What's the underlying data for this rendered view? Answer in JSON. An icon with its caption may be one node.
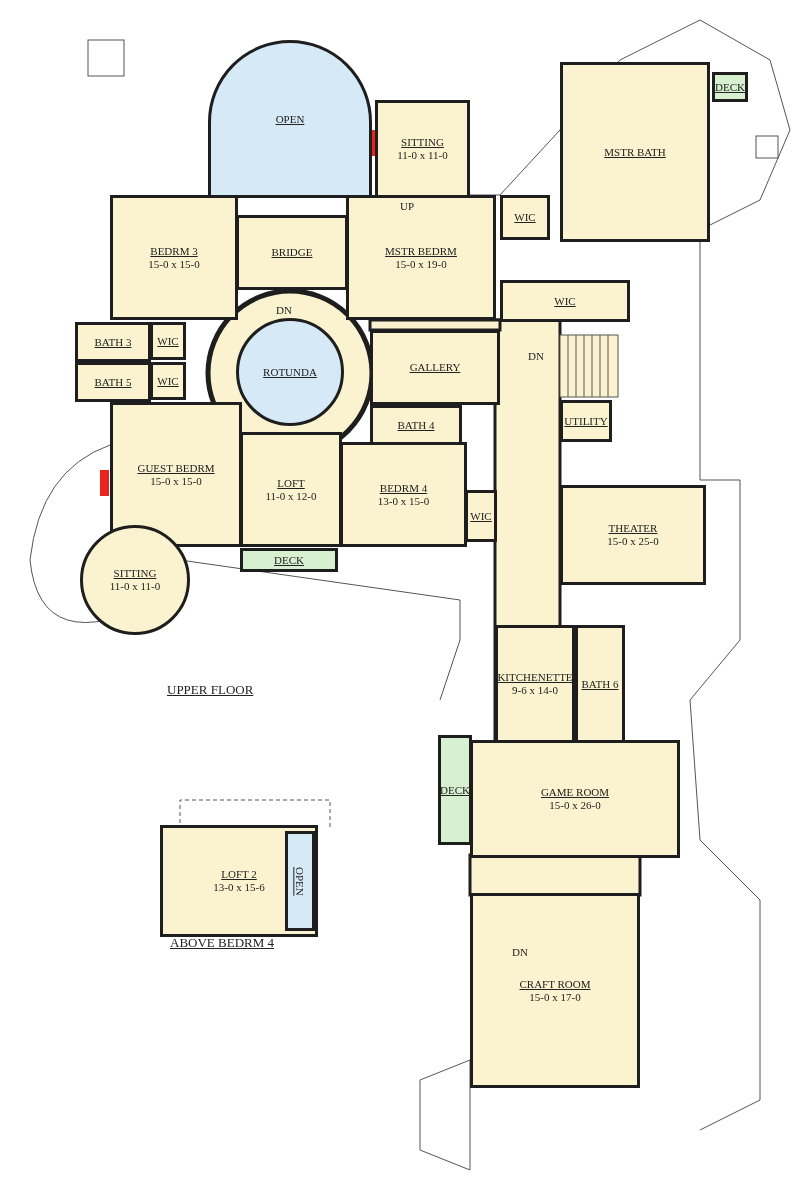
{
  "diagram": {
    "nodes": [
      {
        "text": [
          "OPEN"
        ]
      },
      {
        "text": [
          "SITTING",
          "11-0 x 11-0"
        ]
      },
      {
        "text": [
          "MSTR BATH"
        ]
      },
      {
        "text": [
          "DECK"
        ]
      },
      {
        "text": [
          "BEDRM 3",
          "15-0 x 15-0"
        ]
      },
      {
        "text": [
          "BRIDGE"
        ]
      },
      {
        "text": [
          "MSTR BEDRM",
          "15-0 x 19-0"
        ]
      },
      {
        "text": [
          "WIC"
        ]
      },
      {
        "text": [
          "WIC"
        ]
      },
      {
        "text": [
          "BATH 3"
        ]
      },
      {
        "text": [
          "WIC"
        ]
      },
      {
        "text": [
          "ROTUNDA"
        ]
      },
      {
        "text": [
          "GALLERY"
        ]
      },
      {
        "text": [
          "BATH 5"
        ]
      },
      {
        "text": [
          "WIC"
        ]
      },
      {
        "text": [
          "UTILITY"
        ]
      },
      {
        "text": [
          "BATH 4"
        ]
      },
      {
        "text": [
          "GUEST BEDRM",
          "15-0 x 15-0"
        ]
      },
      {
        "text": [
          "LOFT",
          "11-0 x 12-0"
        ]
      },
      {
        "text": [
          "BEDRM 4",
          "13-0 x 15-0"
        ]
      },
      {
        "text": [
          "WIC"
        ]
      },
      {
        "text": [
          "THEATER",
          "15-0 x 25-0"
        ]
      },
      {
        "text": [
          "SITTING",
          "11-0 x 11-0"
        ]
      },
      {
        "text": [
          "DECK"
        ]
      },
      {
        "text": [
          "KITCHENETTE",
          "9-6 x 14-0"
        ]
      },
      {
        "text": [
          "BATH 6"
        ]
      },
      {
        "text": [
          "DECK"
        ]
      },
      {
        "text": [
          "GAME ROOM",
          "15-0 x 26-0"
        ]
      },
      {
        "text": [
          "LOFT 2",
          "13-0 x 15-6"
        ]
      },
      {
        "text": [
          "OPEN"
        ],
        "in": 28
      },
      {
        "text": [
          "CRAFT ROOM",
          "15-0 x 17-0"
        ]
      }
    ],
    "labels": [
      "UP",
      "DN",
      "DN",
      "UPPER FLOOR",
      "ABOVE BEDRM 4",
      "DN"
    ]
  }
}
